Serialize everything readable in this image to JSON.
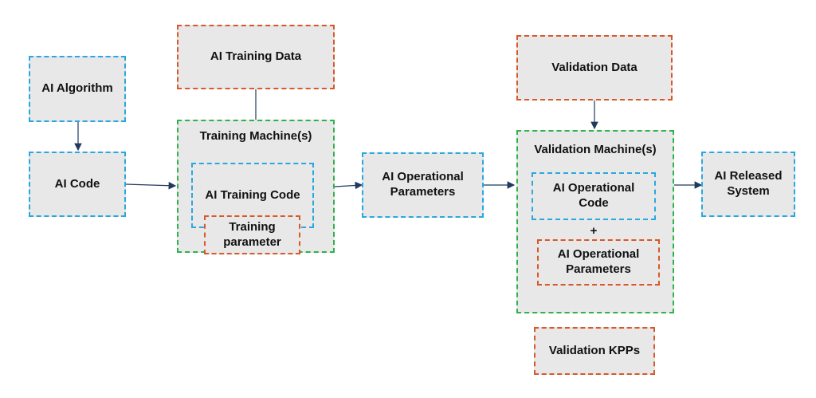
{
  "nodes": {
    "ai_algorithm": "AI Algorithm",
    "ai_code": "AI Code",
    "ai_training_data": "AI Training Data",
    "training_machines": "Training Machine(s)",
    "ai_training_code": "AI Training Code",
    "training_parameter": "Training parameter",
    "ai_operational_parameters": "AI Operational Parameters",
    "validation_data": "Validation Data",
    "validation_machines": "Validation Machine(s)",
    "ai_operational_code": "AI Operational Code",
    "plus": "+",
    "inner_ai_operational_parameters": "AI Operational Parameters",
    "ai_released_system": "AI Released System",
    "validation_kpps": "Validation KPPs"
  },
  "colors": {
    "blue_border": "#29a8e0",
    "orange_border": "#d9582a",
    "green_border": "#2db34a",
    "box_fill": "#e8e8e8",
    "arrow": "#1f3a5f"
  }
}
